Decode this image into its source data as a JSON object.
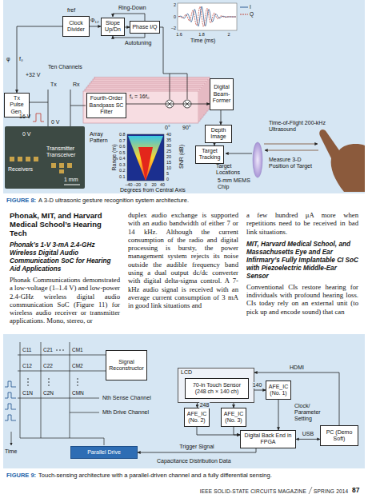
{
  "diagram": {
    "nodes": [
      {
        "text": [
          "Clock Divider"
        ]
      },
      {
        "text": [
          "Slope Up/Dn"
        ]
      },
      {
        "text": [
          "Phase I/Q"
        ]
      },
      {
        "text": [
          "Tx Pulse Gen."
        ]
      },
      {
        "text": [
          "Fourth-Order Bandpass SC Filter"
        ]
      },
      {
        "text": [
          "Digital Beam-Former"
        ]
      },
      {
        "text": [
          "Depth Image"
        ]
      },
      {
        "text": [
          "Target Tracking"
        ]
      },
      {
        "text": [
          "Signal Reconstructor"
        ]
      },
      {
        "text": [
          "LCD"
        ]
      },
      {
        "text": [
          "70-in Touch Sensor",
          "(248 ch × 140 ch)"
        ],
        "in": 9
      },
      {
        "text": [
          "AFE_IC (No. 1)"
        ]
      },
      {
        "text": [
          "AFE_IC (No. 2)"
        ]
      },
      {
        "text": [
          "AFE_IC (No. 3)"
        ]
      },
      {
        "text": [
          "Digital Back End in FPGA"
        ]
      },
      {
        "text": [
          "PC (Demo Soft)"
        ]
      },
      {
        "text": [
          "Parallel Drive"
        ]
      }
    ],
    "edges": [
      {
        "from": 0,
        "to": 1,
        "arrow": "to"
      },
      {
        "from": 1,
        "to": 2,
        "arrow": "to"
      },
      {
        "from": 0,
        "to": 3,
        "arrow": "to"
      },
      {
        "from": 4,
        "to": 5,
        "arrow": "to"
      },
      {
        "from": 5,
        "to": 6,
        "arrow": "to"
      },
      {
        "from": 6,
        "to": 7,
        "arrow": "to"
      },
      {
        "from": 10,
        "to": 11,
        "label": "140",
        "arrow": "to"
      },
      {
        "from": 10,
        "to": 12,
        "label": "248",
        "arrow": "to"
      },
      {
        "from": 10,
        "to": 13,
        "arrow": "to"
      },
      {
        "from": 11,
        "to": 14,
        "arrow": "to"
      },
      {
        "from": 12,
        "to": 14,
        "arrow": "to"
      },
      {
        "from": 13,
        "to": 14,
        "arrow": "to"
      },
      {
        "from": 14,
        "to": 15,
        "label": "USB",
        "arrow": "both"
      },
      {
        "from": 15,
        "to": 9,
        "label": "HDMI",
        "arrow": "to"
      },
      {
        "from": 14,
        "to": 16,
        "label": "Trigger Signal",
        "arrow": "to"
      }
    ],
    "labels": [
      "fref",
      "Φ₁₂",
      "Ring-Down",
      "Autotuning",
      "φ",
      "f₀",
      "Ten Channels",
      "+32 V",
      "Tx",
      "Rx",
      "fₛ = 16f₀",
      "0°",
      "90°",
      "16 V",
      "0 V",
      "0 V",
      "Receivers",
      "Transmitter Transceiver",
      "1 mm",
      "Array Pattern",
      "Range (m)",
      "0.8",
      "0.7",
      "0.6",
      "0.5",
      "0.4",
      "0.3",
      "0.2",
      "0.1",
      "–40",
      "–20",
      "0",
      "20",
      "40",
      "Degrees from Central Axis",
      "SNR (dB)",
      "40",
      "35",
      "30",
      "25",
      "20",
      "15",
      "10",
      "5",
      "0",
      "2",
      "0",
      "–2",
      "1.6",
      "1.8",
      "2",
      "Time (ms)",
      "Target Locations",
      "Time-of-Flight 200-kHz Ultrasound",
      "Measure 3-D Position of Target",
      "5-mm MEMS Chip",
      "FIGURE 8:",
      "A 3-D ultrasonic gesture recognition system architecture.",
      "Phonak, MIT, and Harvard Medical School’s Hearing Tech",
      "Phonak’s 1-V 3-mA 2.4-GHz Wireless Digital Audio Communication SoC for Hearing Aid Applications",
      "Phonak Communications demonstrated a low-voltage (1–1.4 V) and low-power 2.4-GHz wireless digital audio communication SoC (Figure 11) for wireless audio receiver or transmitter applications. Mono, stereo, or",
      "duplex audio exchange is supported with an audio bandwidth of either 7 or 14 kHz. Although the current consumption of the radio and digital processing is bursty, the power management system rejects its noise outside the audible frequency band using a dual output dc/dc converter with digital delta-sigma control. A 7-kHz audio signal is received with an average current consumption of 3 mA in good link situations and",
      "a few hundred μA more when repetitions need to be received in bad link situations.",
      "MIT, Harvard Medical School, and Massachusetts Eye and Ear Infirmary’s Fully Implantable CI SoC with Piezoelectric Middle-Ear Sensor",
      "Conventional CIs restore hearing for individuals with profound hearing loss. CIs today rely on an external unit (to pick up and encode sound) that can",
      "C11",
      "C21",
      "CM1",
      "C12",
      "C22",
      "CM2",
      "C1N",
      "C2N",
      "CMN",
      "Nth Sense Channel",
      "Mth Drive Channel",
      "Time",
      "Clock/ Parameter Setting",
      "Capacitance Distribution Data",
      "FIGURE 9:",
      "Touch-sensing architecture with a parallel-driven channel and a fully differential sensing.",
      "IEEE SOLID-STATE CIRCUITS MAGAZINE",
      "SPRING 2014",
      "87"
    ],
    "legend": [
      {
        "text": "I"
      },
      {
        "text": "Q"
      }
    ]
  }
}
